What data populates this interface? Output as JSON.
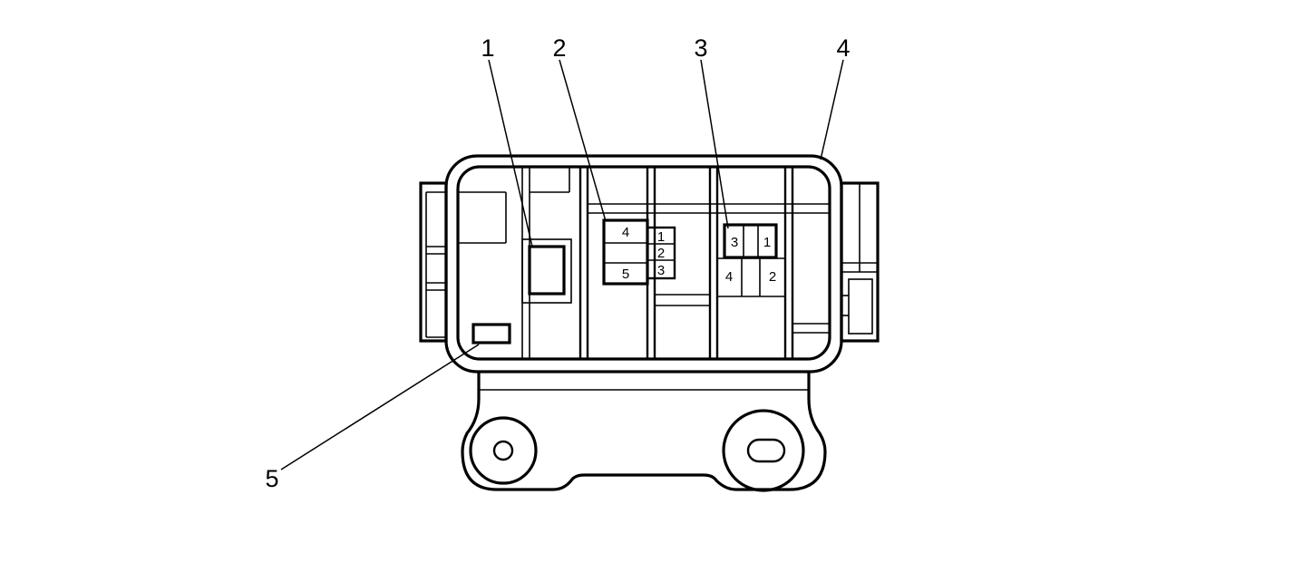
{
  "callouts": [
    "1",
    "2",
    "3",
    "4",
    "5"
  ],
  "connector_a_pins": [
    "4",
    "5",
    "1",
    "2",
    "3"
  ],
  "connector_b_pins": [
    "3",
    "1",
    "4",
    "2"
  ]
}
